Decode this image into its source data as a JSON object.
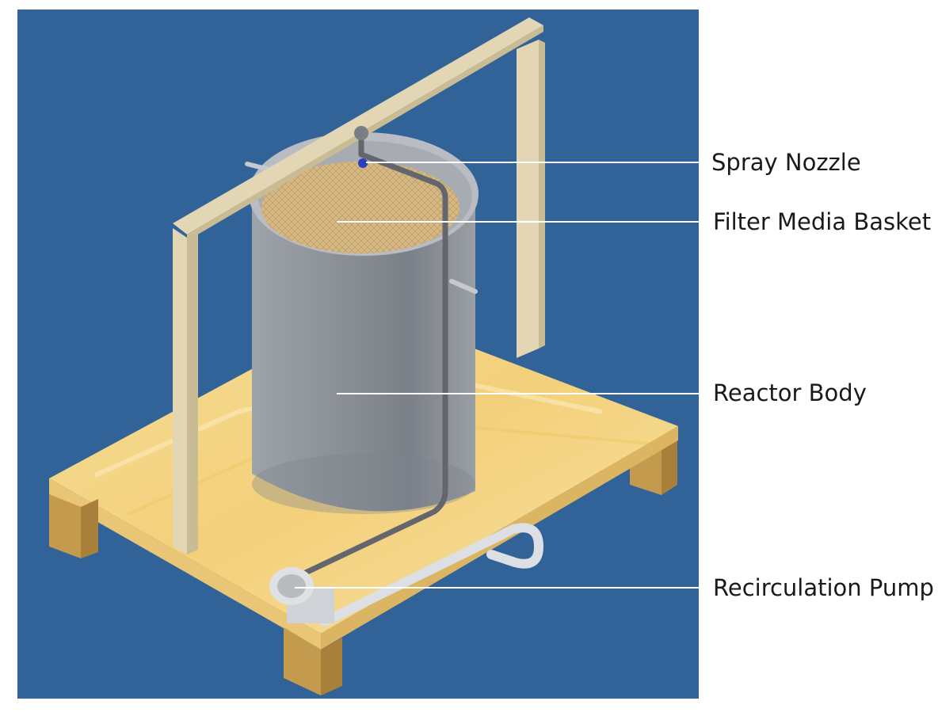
{
  "colors": {
    "background_panel": "#326398",
    "frame": "#e2d6b4",
    "pallet": "#f2d78c",
    "pallet_leg": "#c49a4e",
    "tank": "#8a8f97",
    "tank_top_rim": "#b9bcc3",
    "media": "#d9bc8c",
    "pipe": "#63666c",
    "recirc_pipe": "#dcdfe3",
    "pump": "#cfd2d6",
    "nozzle": "#2b3fc0",
    "leader_line": "#ffffff"
  },
  "callouts": [
    {
      "id": "spray-nozzle",
      "label": "Spray Nozzle"
    },
    {
      "id": "filter-media-basket",
      "label": "Filter Media Basket"
    },
    {
      "id": "reactor-body",
      "label": "Reactor Body"
    },
    {
      "id": "recirculation-pump",
      "label": "Recirculation Pump"
    }
  ]
}
